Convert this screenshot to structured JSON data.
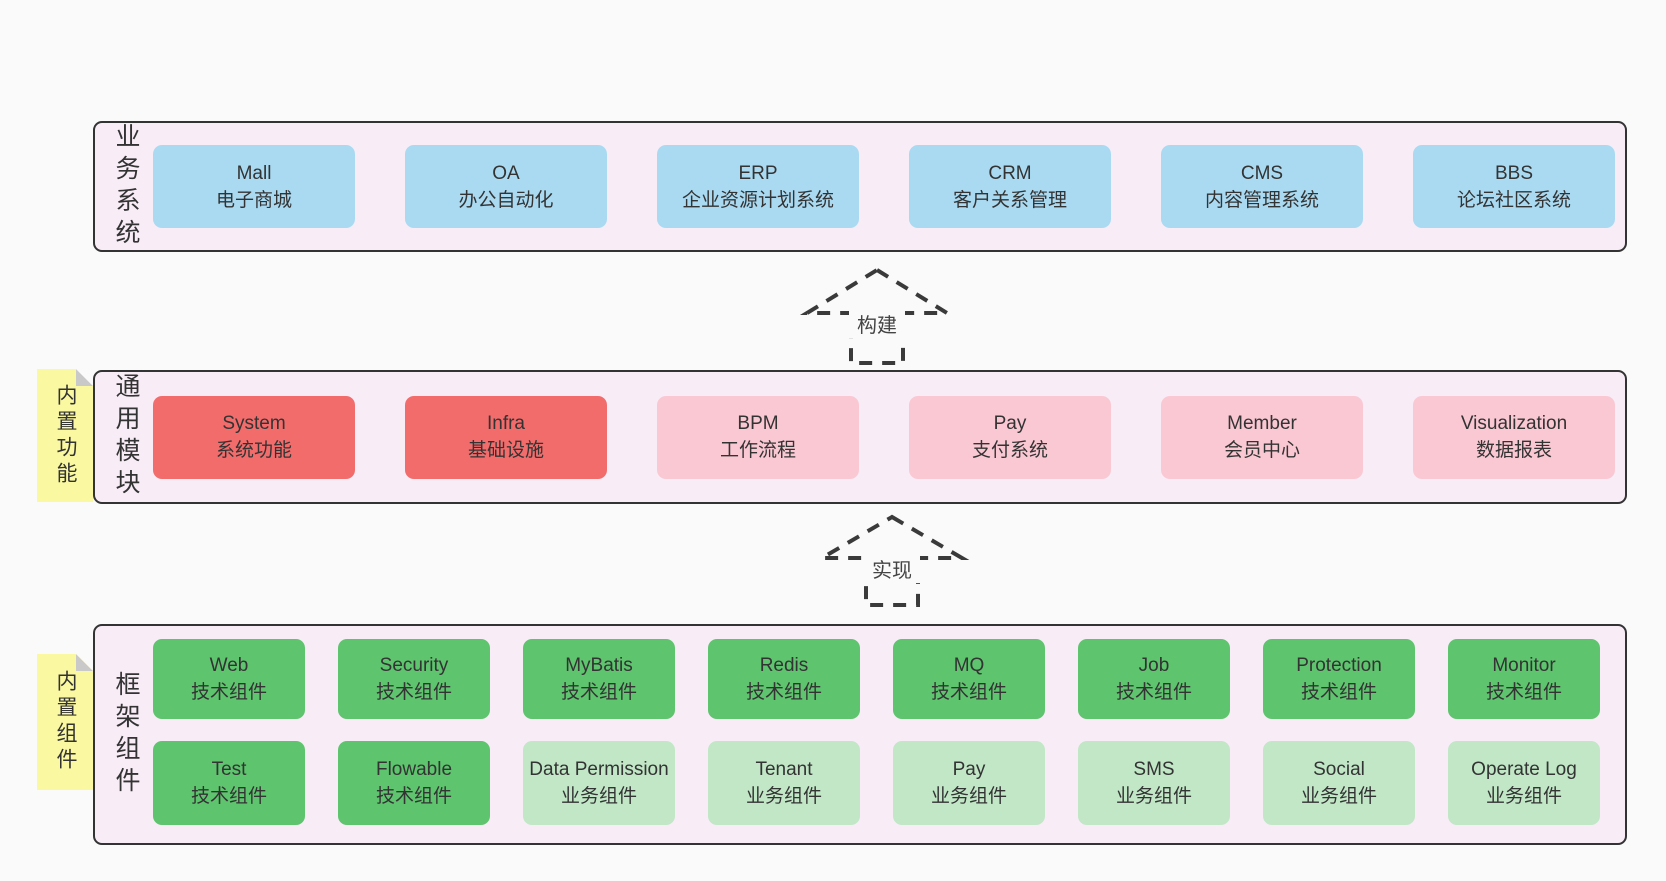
{
  "colors": {
    "page_background": "#fafafa",
    "layer_background": "#f8edf7",
    "layer_border": "#333333",
    "business_box": "#a9daf2",
    "core_module_box": "#f26c6c",
    "optional_module_box": "#fac8d3",
    "tech_component_box": "#5ec46e",
    "biz_component_box": "#c1e7c6",
    "sticky_note": "#faf8a0",
    "note_fold": "#c9c9c9",
    "text": "#333333",
    "arrow_stroke": "#3a3a3a"
  },
  "layers": [
    {
      "label": "业务系统",
      "boxes": [
        {
          "name": "Mall",
          "desc": "电子商城",
          "variant": "blue"
        },
        {
          "name": "OA",
          "desc": "办公自动化",
          "variant": "blue"
        },
        {
          "name": "ERP",
          "desc": "企业资源计划系统",
          "variant": "blue"
        },
        {
          "name": "CRM",
          "desc": "客户关系管理",
          "variant": "blue"
        },
        {
          "name": "CMS",
          "desc": "内容管理系统",
          "variant": "blue"
        },
        {
          "name": "BBS",
          "desc": "论坛社区系统",
          "variant": "blue"
        }
      ]
    },
    {
      "label": "通用模块",
      "note": "内置功能",
      "boxes": [
        {
          "name": "System",
          "desc": "系统功能",
          "variant": "red"
        },
        {
          "name": "Infra",
          "desc": "基础设施",
          "variant": "red"
        },
        {
          "name": "BPM",
          "desc": "工作流程",
          "variant": "pink"
        },
        {
          "name": "Pay",
          "desc": "支付系统",
          "variant": "pink"
        },
        {
          "name": "Member",
          "desc": "会员中心",
          "variant": "pink"
        },
        {
          "name": "Visualization",
          "desc": "数据报表",
          "variant": "pink"
        }
      ]
    },
    {
      "label": "框架组件",
      "note": "内置组件",
      "rows": [
        [
          {
            "name": "Web",
            "desc": "技术组件",
            "variant": "green-dark"
          },
          {
            "name": "Security",
            "desc": "技术组件",
            "variant": "green-dark"
          },
          {
            "name": "MyBatis",
            "desc": "技术组件",
            "variant": "green-dark"
          },
          {
            "name": "Redis",
            "desc": "技术组件",
            "variant": "green-dark"
          },
          {
            "name": "MQ",
            "desc": "技术组件",
            "variant": "green-dark"
          },
          {
            "name": "Job",
            "desc": "技术组件",
            "variant": "green-dark"
          },
          {
            "name": "Protection",
            "desc": "技术组件",
            "variant": "green-dark"
          },
          {
            "name": "Monitor",
            "desc": "技术组件",
            "variant": "green-dark"
          }
        ],
        [
          {
            "name": "Test",
            "desc": "技术组件",
            "variant": "green-dark"
          },
          {
            "name": "Flowable",
            "desc": "技术组件",
            "variant": "green-dark"
          },
          {
            "name": "Data Permission",
            "desc": "业务组件",
            "variant": "green-light"
          },
          {
            "name": "Tenant",
            "desc": "业务组件",
            "variant": "green-light"
          },
          {
            "name": "Pay",
            "desc": "业务组件",
            "variant": "green-light"
          },
          {
            "name": "SMS",
            "desc": "业务组件",
            "variant": "green-light"
          },
          {
            "name": "Social",
            "desc": "业务组件",
            "variant": "green-light"
          },
          {
            "name": "Operate Log",
            "desc": "业务组件",
            "variant": "green-light"
          }
        ]
      ]
    }
  ],
  "arrows": [
    {
      "label": "构建"
    },
    {
      "label": "实现"
    }
  ]
}
